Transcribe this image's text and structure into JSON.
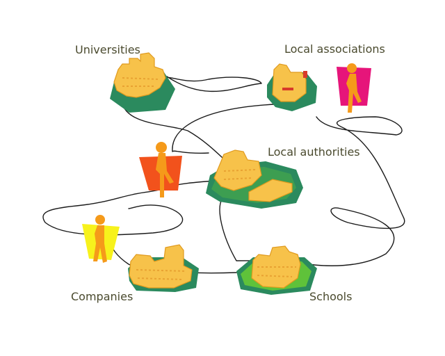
{
  "labels": {
    "universities": "Universities",
    "local_associations": "Local associations",
    "local_authorities": "Local authorities",
    "companies": "Companies",
    "schools": "Schools"
  },
  "colors": {
    "building": "#f7c24a",
    "building_shade": "#e09a1e",
    "base_dark": "#2b8a5e",
    "base_light": "#5fc23a",
    "line": "#1a1a1a",
    "panel_magenta": "#e6157a",
    "panel_red": "#f2521c",
    "panel_yellow": "#f7f21c",
    "figure": "#f59a1a",
    "flag": "#d83a2a"
  }
}
